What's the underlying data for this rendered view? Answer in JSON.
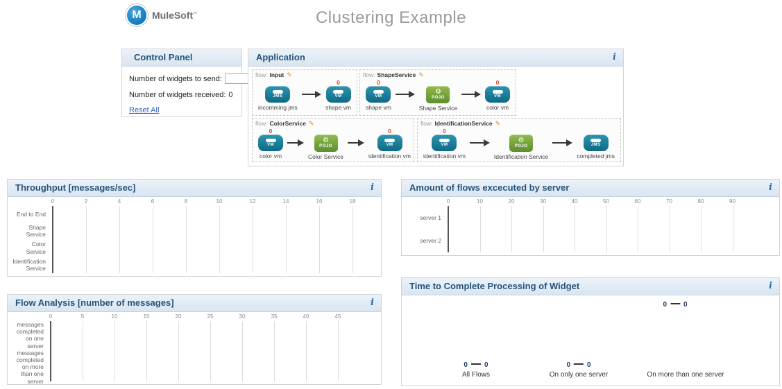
{
  "ui": {
    "info_icon": "i"
  },
  "header": {
    "logo_text": "MuleSoft",
    "logo_tm": "™",
    "logo_initial": "M",
    "title": "Clustering Example"
  },
  "control_panel": {
    "title": "Control Panel",
    "send_label": "Number of widgets to send:",
    "send_value": "",
    "received_label": "Number of widgets received:",
    "received_value": "0",
    "reset_label": "Reset All"
  },
  "application": {
    "title": "Application",
    "flow_prefix": "flow:",
    "edit_icon": "✎",
    "icon_labels": {
      "jms": "JMS",
      "vm": "VM",
      "pojo": "POJO"
    },
    "flows": [
      {
        "name": "Input",
        "nodes": [
          {
            "type": "jms",
            "label": "incomming jms",
            "counter": null
          },
          {
            "type": "vm",
            "label": "shape vm",
            "counter": "0"
          }
        ]
      },
      {
        "name": "ShapeService",
        "nodes": [
          {
            "type": "vm",
            "label": "shape vm",
            "counter": "0"
          },
          {
            "type": "pojo",
            "label": "Shape Service",
            "counter": null
          },
          {
            "type": "vm",
            "label": "color vm",
            "counter": "0"
          }
        ]
      },
      {
        "name": "ColorService",
        "nodes": [
          {
            "type": "vm",
            "label": "color vm",
            "counter": "0"
          },
          {
            "type": "pojo",
            "label": "Color Service",
            "counter": null
          },
          {
            "type": "vm",
            "label": "identification vm",
            "counter": "0"
          }
        ]
      },
      {
        "name": "IdentificationService",
        "nodes": [
          {
            "type": "vm",
            "label": "identification vm",
            "counter": "0"
          },
          {
            "type": "pojo",
            "label": "Identification Service",
            "counter": null
          },
          {
            "type": "jms",
            "label": "completed jms",
            "counter": null
          }
        ]
      }
    ]
  },
  "chart_data": [
    {
      "type": "bar",
      "title": "Throughput [messages/sec]",
      "categories": [
        "End to End",
        "Shape Service",
        "Color Service",
        "Identification Service"
      ],
      "values": [
        0,
        0,
        0,
        0
      ],
      "xticks": [
        0,
        2,
        4,
        6,
        8,
        10,
        12,
        14,
        16,
        18
      ],
      "xlim": [
        0,
        18
      ],
      "xlabel": "",
      "ylabel": "",
      "grid": true,
      "legend": "none"
    },
    {
      "type": "bar",
      "title": "Amount of flows excecuted by server",
      "categories": [
        "server 1",
        "server 2"
      ],
      "values": [
        0,
        0
      ],
      "xticks": [
        0,
        10,
        20,
        30,
        40,
        50,
        60,
        70,
        80,
        90
      ],
      "xlim": [
        0,
        90
      ],
      "xlabel": "",
      "ylabel": "",
      "grid": true,
      "legend": "none"
    },
    {
      "type": "bar",
      "title": "Flow Analysis [number of messages]",
      "categories": [
        "messages completed on one server",
        "messages completed on more than one server"
      ],
      "values": [
        0,
        0
      ],
      "xticks": [
        0,
        5,
        10,
        15,
        20,
        25,
        30,
        35,
        40,
        45
      ],
      "xlim": [
        0,
        45
      ],
      "xlabel": "",
      "ylabel": "",
      "grid": true,
      "legend": "none"
    },
    {
      "type": "gauge",
      "title": "Time to Complete Processing of Widget",
      "gauges": [
        {
          "label": "All Flows",
          "min": "0",
          "max": "0"
        },
        {
          "label": "On only one server",
          "min": "0",
          "max": "0"
        },
        {
          "label": "On more than one server",
          "min": "0",
          "max": "0"
        }
      ]
    }
  ]
}
